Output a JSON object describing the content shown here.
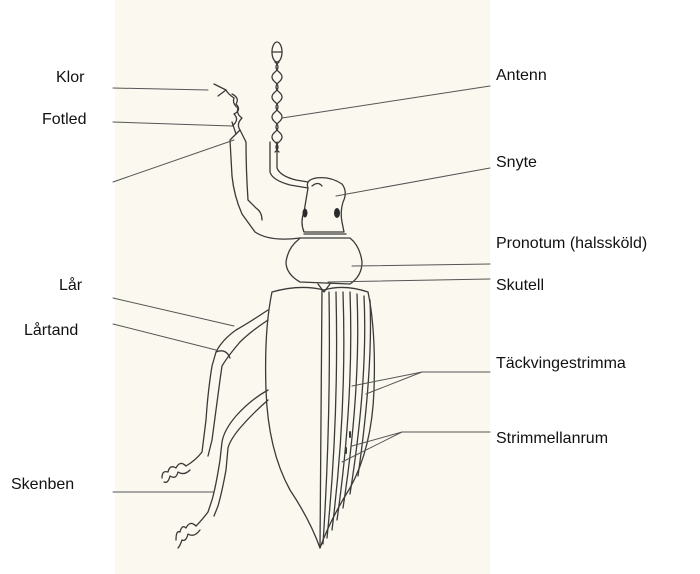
{
  "labels": {
    "klor": "Klor",
    "fotled": "Fotled",
    "lar": "Lår",
    "lartand": "Lårtand",
    "skenben": "Skenben",
    "antenn": "Antenn",
    "snyte": "Snyte",
    "pronotum": "Pronotum (halssköld)",
    "skutell": "Skutell",
    "tackvingestrimma": "Täckvingestrimma",
    "strimmellanrum": "Strimmellanrum"
  }
}
